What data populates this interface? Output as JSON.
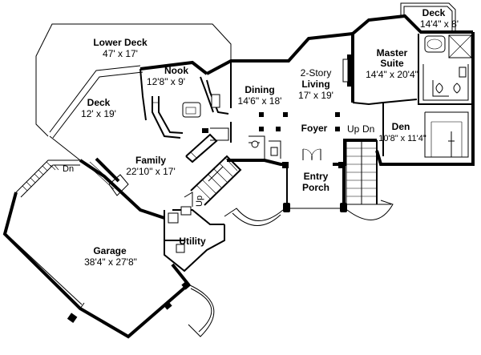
{
  "rooms": [
    {
      "id": "lower-deck",
      "name": "Lower Deck",
      "dims": "47' x 17'"
    },
    {
      "id": "nook",
      "name": "Nook",
      "dims": "12'8\" x 9'"
    },
    {
      "id": "deck-left",
      "name": "Deck",
      "dims": "12' x 19'"
    },
    {
      "id": "dining",
      "name": "Dining",
      "dims": "14'6\" x 18'"
    },
    {
      "id": "living",
      "name_line1": "2-Story",
      "name": "Living",
      "dims": "17' x 19'"
    },
    {
      "id": "master-suite",
      "name_line1": "Master",
      "name": "Suite",
      "dims": "14'4\" x 20'4\""
    },
    {
      "id": "deck-top",
      "name": "Deck",
      "dims": "14'4\" x 8'"
    },
    {
      "id": "foyer",
      "name": "Foyer"
    },
    {
      "id": "den",
      "name": "Den",
      "dims": "10'8\" x 11'4\""
    },
    {
      "id": "family",
      "name": "Family",
      "dims": "22'10\" x 17'"
    },
    {
      "id": "entry-porch",
      "name_line1": "Entry",
      "name": "Porch"
    },
    {
      "id": "utility",
      "name": "Utility"
    },
    {
      "id": "garage",
      "name": "Garage",
      "dims": "38'4\" x 27'8\""
    }
  ],
  "stair_labels": {
    "dn_left": "Dn",
    "up_family": "Up",
    "up_foyer": "Up",
    "dn_foyer": "Dn"
  }
}
